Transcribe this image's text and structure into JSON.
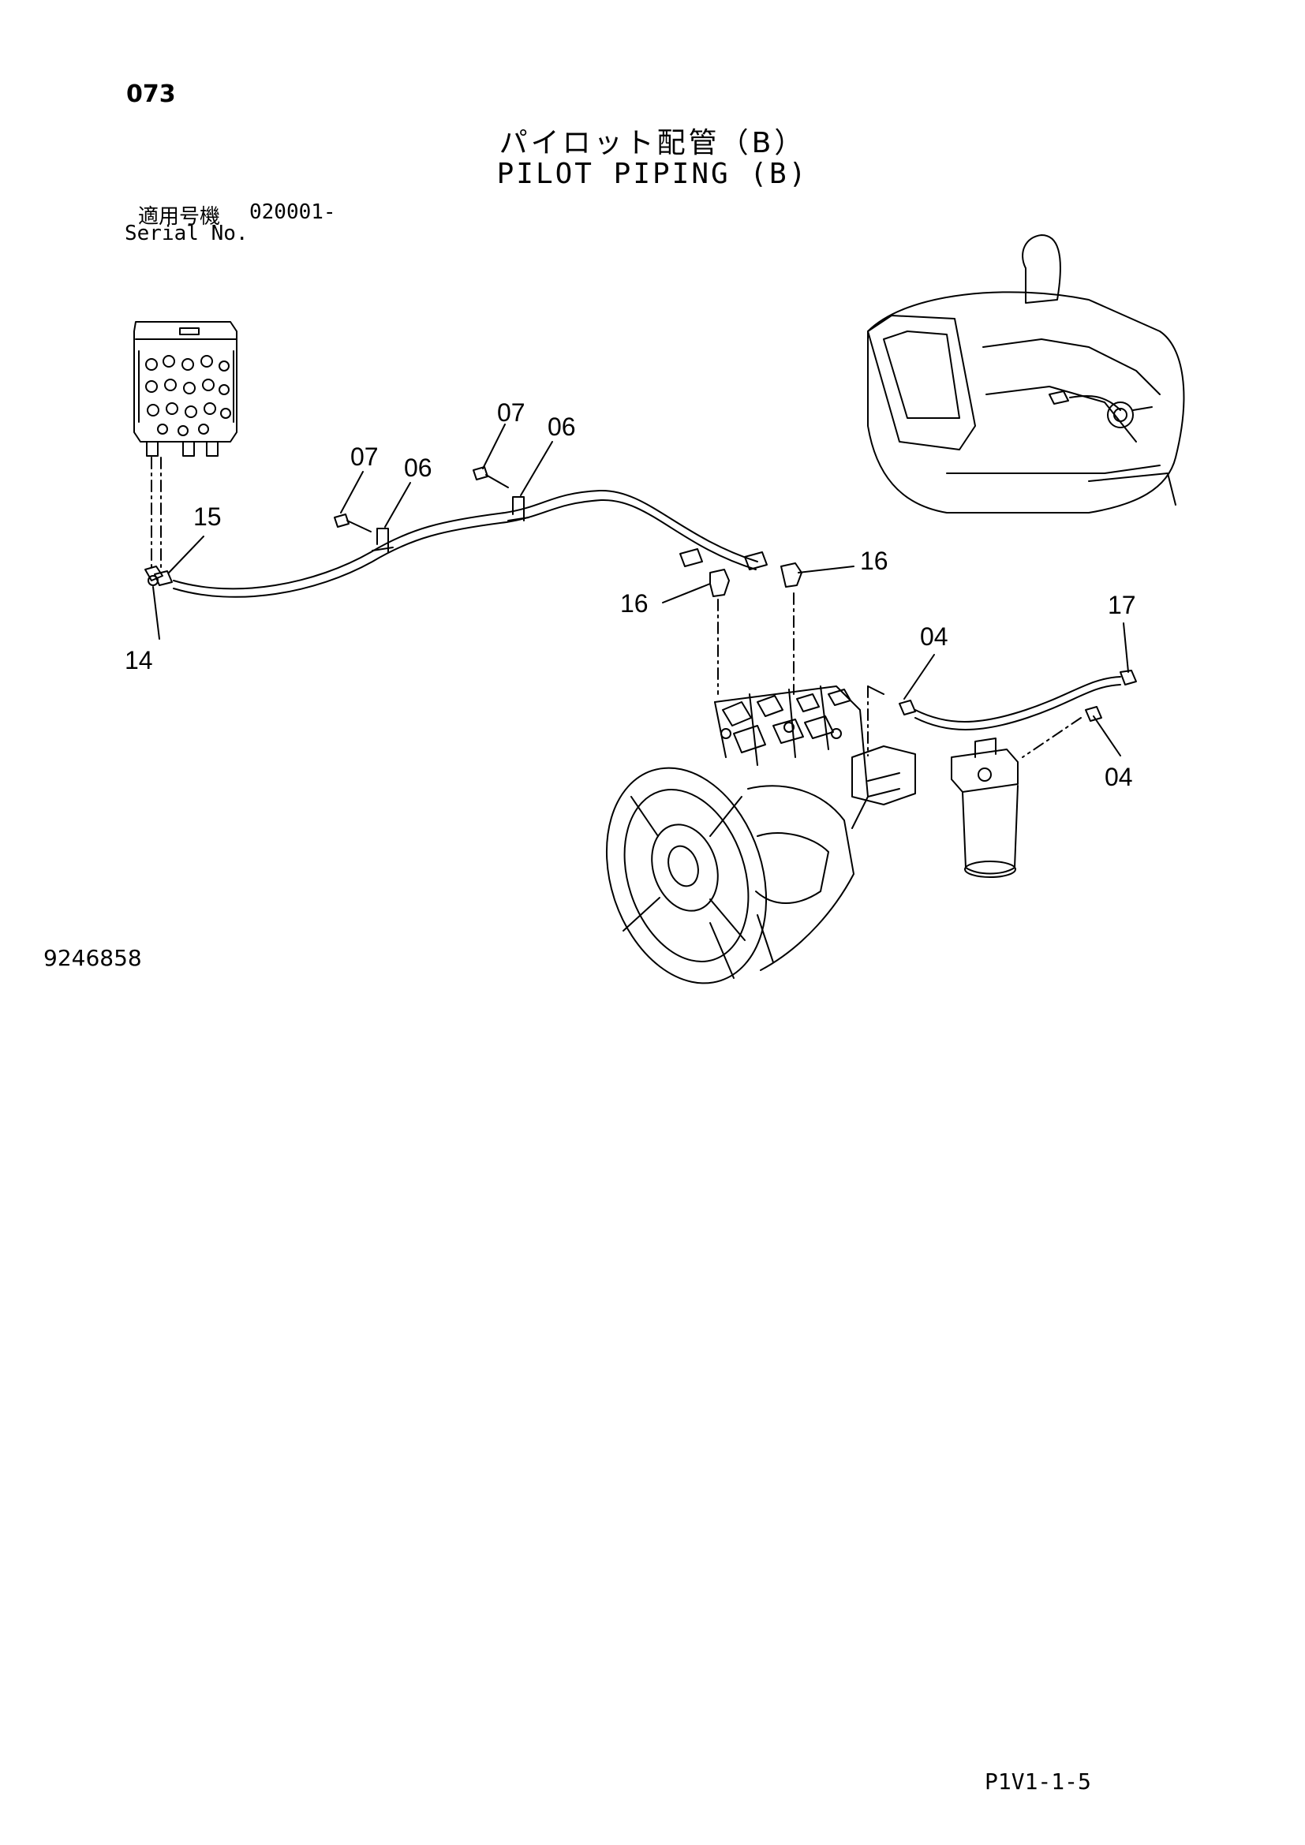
{
  "page": {
    "page_number": "073",
    "title_jp": "パイロット配管（B）",
    "title_en": "PILOT PIPING (B)",
    "serial_label_jp": "適用号機",
    "serial_value": "020001-",
    "serial_label_en": "Serial No.",
    "drawing_number": "9246858",
    "page_reference": "P1V1-1-5"
  },
  "callouts": {
    "c07a": "07",
    "c06a": "06",
    "c07b": "07",
    "c06b": "06",
    "c15": "15",
    "c14": "14",
    "c16a": "16",
    "c16b": "16",
    "c17": "17",
    "c04a": "04",
    "c04b": "04"
  }
}
